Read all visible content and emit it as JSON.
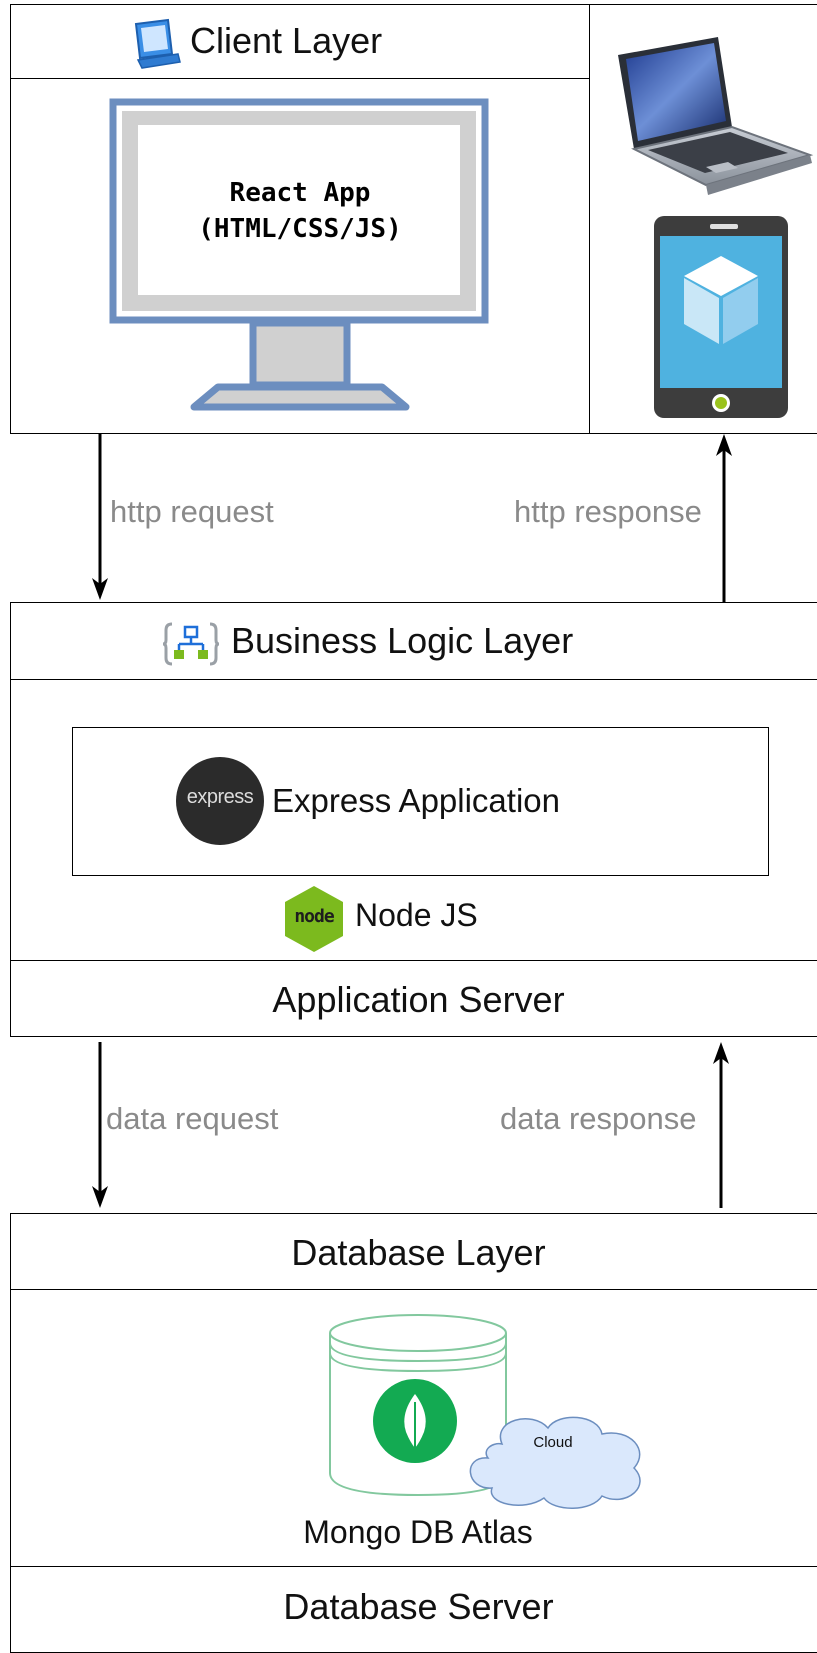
{
  "client": {
    "title": "Client Layer",
    "monitor_line1": "React App",
    "monitor_line2": "(HTML/CSS/JS)"
  },
  "arrows": {
    "http_request": "http request",
    "http_response": "http response",
    "data_request": "data request",
    "data_response": "data response"
  },
  "business": {
    "title": "Business Logic Layer",
    "express_logo_text": "express",
    "express_label": "Express Application",
    "node_logo_text": "node",
    "node_label": "Node JS",
    "server_label": "Application Server"
  },
  "database": {
    "title": "Database Layer",
    "cloud_label": "Cloud",
    "db_label": "Mongo DB Atlas",
    "server_label": "Database Server"
  },
  "colors": {
    "monitor_frame": "#6c8ebf",
    "monitor_screen_border": "#cccccc",
    "arrow_text": "#8a8a8a",
    "express_circle": "#2b2b2b",
    "node_green": "#7cba1e",
    "mongo_green": "#13aa52",
    "db_stroke": "#82c89e",
    "cloud_fill": "#dae8fc",
    "cloud_stroke": "#6c8ebf"
  },
  "icons": [
    "computer-icon",
    "laptop-icon",
    "smartphone-app-icon",
    "logic-app-icon",
    "express-logo",
    "nodejs-logo",
    "database-cylinder-icon",
    "mongodb-leaf-icon",
    "cloud-shape"
  ]
}
